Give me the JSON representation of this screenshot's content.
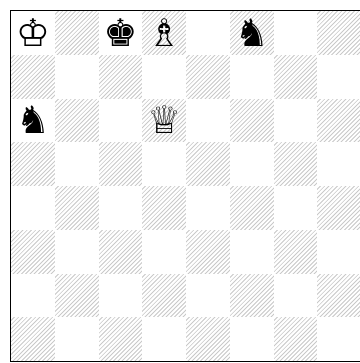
{
  "board": {
    "files": [
      "a",
      "b",
      "c",
      "d",
      "e",
      "f",
      "g",
      "h"
    ],
    "ranks": [
      8,
      7,
      6,
      5,
      4,
      3,
      2,
      1
    ],
    "colors": {
      "light": "#ffffff",
      "dark_hatch": "#c9c9c9",
      "border": "#000000"
    }
  },
  "pieces": [
    {
      "square": "a8",
      "color": "white",
      "type": "king",
      "glyph": "♔",
      "icon": "white-king-icon"
    },
    {
      "square": "c8",
      "color": "black",
      "type": "king",
      "glyph": "♚",
      "icon": "black-king-icon"
    },
    {
      "square": "d8",
      "color": "white",
      "type": "bishop",
      "glyph": "♗",
      "icon": "white-bishop-icon"
    },
    {
      "square": "f8",
      "color": "black",
      "type": "knight",
      "glyph": "♞",
      "icon": "black-knight-icon"
    },
    {
      "square": "a6",
      "color": "black",
      "type": "knight",
      "glyph": "♞",
      "icon": "black-knight-icon"
    },
    {
      "square": "d6",
      "color": "white",
      "type": "queen",
      "glyph": "♕",
      "icon": "white-queen-icon"
    }
  ]
}
